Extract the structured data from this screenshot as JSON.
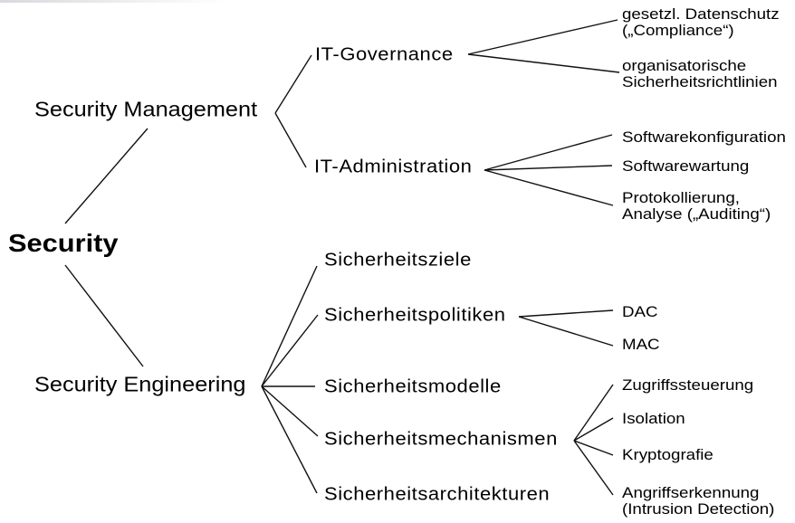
{
  "colors": {
    "background": "#ffffff",
    "text": "#000000",
    "line": "#111111"
  },
  "diagram": {
    "type": "tree",
    "title_node": "Security",
    "nodes": {
      "root": {
        "label": "Security"
      },
      "management": {
        "label": "Security Management"
      },
      "engineering": {
        "label": "Security Engineering"
      },
      "governance": {
        "label": "IT-Governance"
      },
      "administration": {
        "label": "IT-Administration"
      },
      "compliance": {
        "line1": "gesetzl. Datenschutz",
        "line2": "(„Compliance“)"
      },
      "richtlinien": {
        "line1": "organisatorische",
        "line2": "Sicherheitsrichtlinien"
      },
      "konfiguration": {
        "label": "Softwarekonfiguration"
      },
      "wartung": {
        "label": "Softwarewartung"
      },
      "auditing": {
        "line1": "Protokollierung,",
        "line2": "Analyse („Auditing“)"
      },
      "ziele": {
        "label": "Sicherheitsziele"
      },
      "politiken": {
        "label": "Sicherheitspolitiken"
      },
      "modelle": {
        "label": "Sicherheitsmodelle"
      },
      "mechanismen": {
        "label": "Sicherheitsmechanismen"
      },
      "architekturen": {
        "label": "Sicherheitsarchitekturen"
      },
      "dac": {
        "label": "DAC"
      },
      "mac": {
        "label": "MAC"
      },
      "zugriff": {
        "label": "Zugriffssteuerung"
      },
      "isolation": {
        "label": "Isolation"
      },
      "kryptografie": {
        "label": "Kryptografie"
      },
      "angriff": {
        "line1": "Angriffserkennung",
        "line2": "(Intrusion Detection)"
      }
    },
    "edges": [
      [
        "root",
        "management"
      ],
      [
        "root",
        "engineering"
      ],
      [
        "management",
        "governance"
      ],
      [
        "management",
        "administration"
      ],
      [
        "governance",
        "compliance"
      ],
      [
        "governance",
        "richtlinien"
      ],
      [
        "administration",
        "konfiguration"
      ],
      [
        "administration",
        "wartung"
      ],
      [
        "administration",
        "auditing"
      ],
      [
        "engineering",
        "ziele"
      ],
      [
        "engineering",
        "politiken"
      ],
      [
        "engineering",
        "modelle"
      ],
      [
        "engineering",
        "mechanismen"
      ],
      [
        "engineering",
        "architekturen"
      ],
      [
        "politiken",
        "dac"
      ],
      [
        "politiken",
        "mac"
      ],
      [
        "mechanismen",
        "zugriff"
      ],
      [
        "mechanismen",
        "isolation"
      ],
      [
        "mechanismen",
        "kryptografie"
      ],
      [
        "mechanismen",
        "angriff"
      ]
    ]
  }
}
